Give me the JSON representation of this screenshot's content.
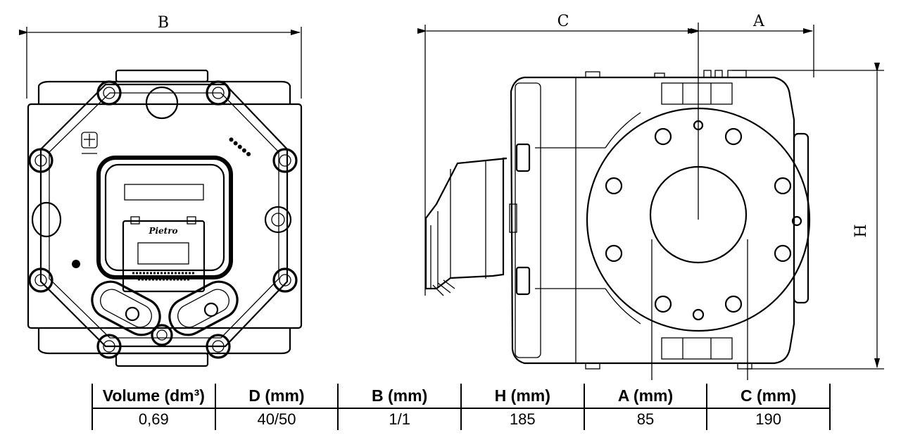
{
  "dimensions": {
    "b": "B",
    "c": "C",
    "a": "A",
    "h": "H"
  },
  "table": {
    "headers": [
      "Volume (dm³)",
      "D (mm)",
      "B (mm)",
      "H (mm)",
      "A (mm)",
      "C (mm)"
    ],
    "values": [
      "0,69",
      "40/50",
      "1/1",
      "185",
      "85",
      "190"
    ]
  }
}
